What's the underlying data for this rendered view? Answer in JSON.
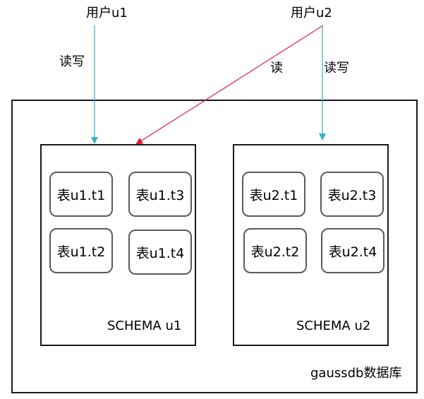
{
  "users": {
    "u1": "用户u1",
    "u2": "用户u2"
  },
  "edges": {
    "u1_to_schema_u1": "读写",
    "u2_to_schema_u1": "读",
    "u2_to_schema_u2": "读写"
  },
  "database": {
    "label": "gaussdb数据库"
  },
  "schemas": [
    {
      "label": "SCHEMA u1",
      "tables": [
        "表u1.t1",
        "表u1.t3",
        "表u1.t2",
        "表u1.t4"
      ]
    },
    {
      "label": "SCHEMA u2",
      "tables": [
        "表u2.t1",
        "表u2.t3",
        "表u2.t2",
        "表u2.t4"
      ]
    }
  ],
  "colors": {
    "read_write_arrow": "#2fb3c6",
    "read_arrow": "#e0193c",
    "border": "#1a1a1a",
    "table_border": "#5a5a5a"
  }
}
